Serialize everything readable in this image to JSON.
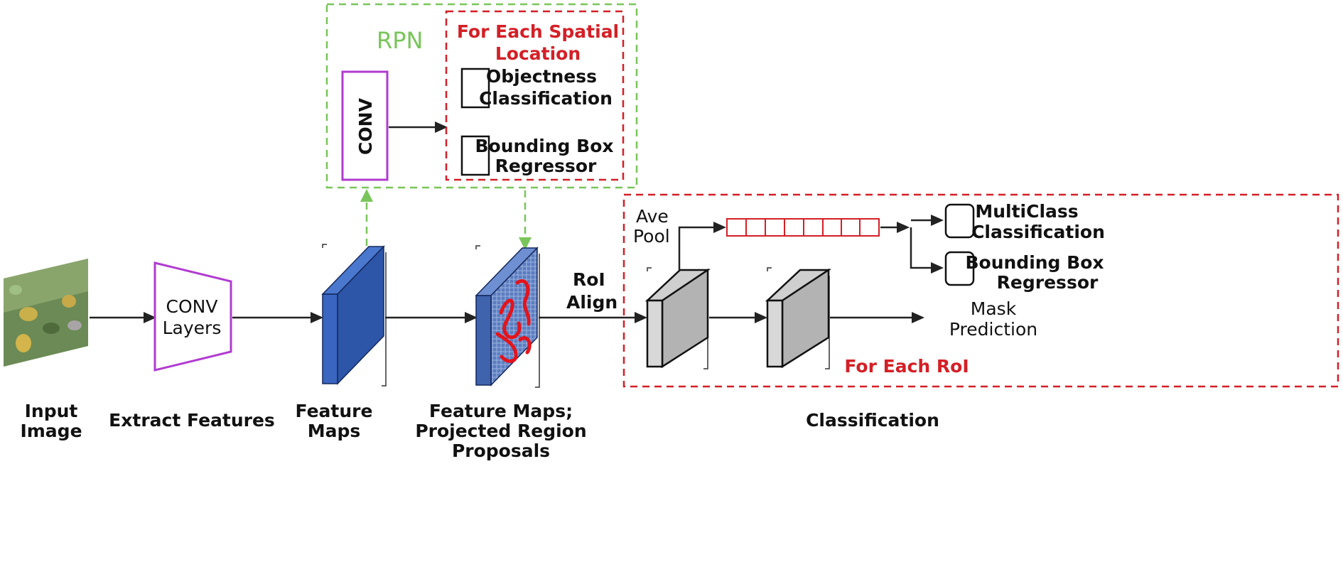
{
  "colors": {
    "rpn_green": "#79c55a",
    "red": "#d41f26",
    "conv_purple": "#b13bd0",
    "feature_blue": "#2d56a8",
    "roi_gray": "#b3b3b3"
  },
  "rpn": {
    "title": "RPN",
    "conv_label": "CONV",
    "spatial_title_line1": "For Each Spatial",
    "spatial_title_line2": "Location",
    "objectness_line1": "Objectness",
    "objectness_line2": "Classification",
    "bbox_line1": "Bounding Box",
    "bbox_line2": "Regressor"
  },
  "pipeline": {
    "conv_layers_line1": "CONV",
    "conv_layers_line2": "Layers",
    "roi_align_line1": "RoI",
    "roi_align_line2": "Align"
  },
  "head": {
    "ave_pool_line1": "Ave",
    "ave_pool_line2": "Pool",
    "multiclass_line1": "MultiClass",
    "multiclass_line2": "Classification",
    "bbox_line1": "Bounding Box",
    "bbox_line2": "Regressor",
    "mask_line1": "Mask",
    "mask_line2": "Prediction",
    "for_each_roi": "For Each RoI"
  },
  "captions": {
    "input_line1": "Input",
    "input_line2": "Image",
    "extract": "Extract Features",
    "feature_line1": "Feature",
    "feature_line2": "Maps",
    "proj_line1": "Feature Maps;",
    "proj_line2": "Projected Region",
    "proj_line3": "Proposals",
    "classification": "Classification"
  }
}
